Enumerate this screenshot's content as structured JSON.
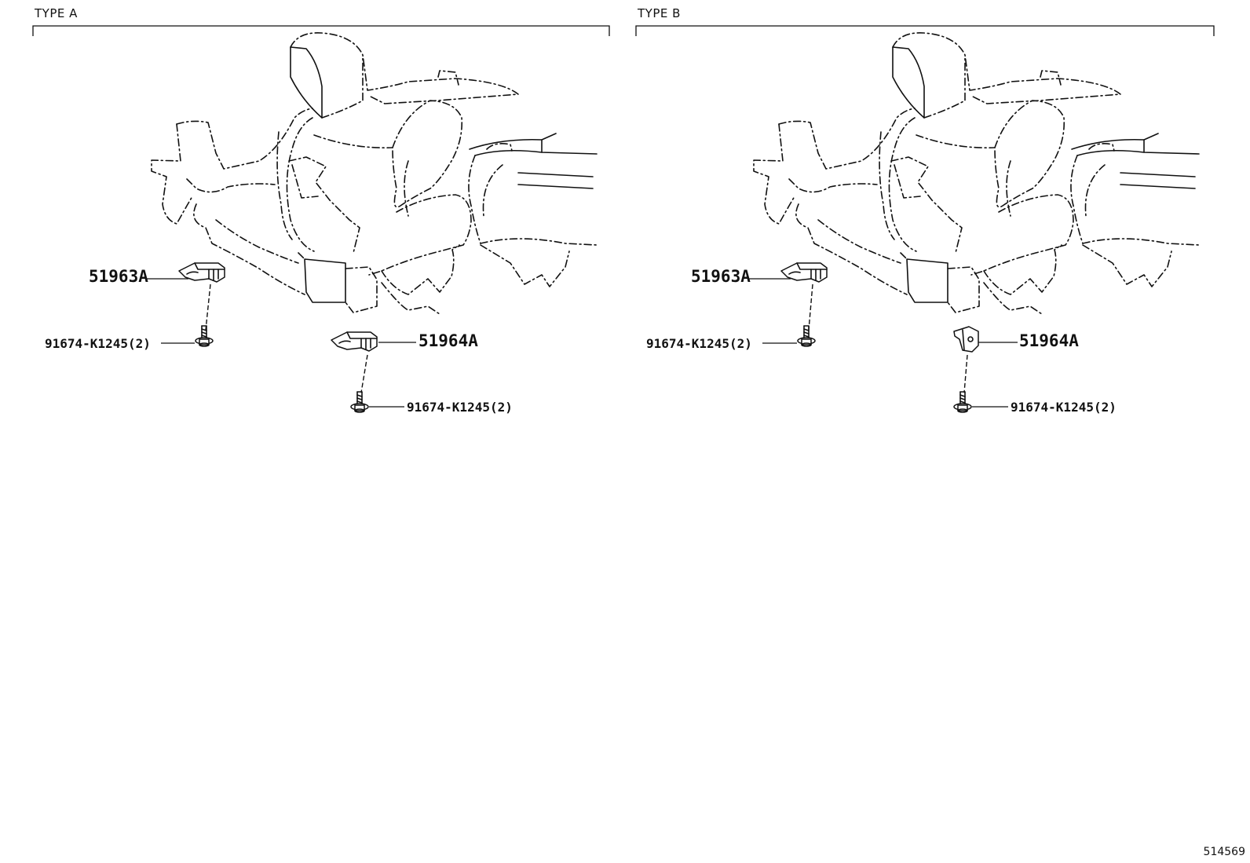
{
  "panels": [
    {
      "type_label": "TYPE A",
      "parts": {
        "bracket_left": "51963A",
        "bolt_left": "91674-K1245(2)",
        "bracket_right": "51964A",
        "bolt_right": "91674-K1245(2)"
      }
    },
    {
      "type_label": "TYPE B",
      "parts": {
        "bracket_left": "51963A",
        "bolt_left": "91674-K1245(2)",
        "bracket_right": "51964A",
        "bolt_right": "91674-K1245(2)"
      }
    }
  ],
  "diagram_id": "514569"
}
